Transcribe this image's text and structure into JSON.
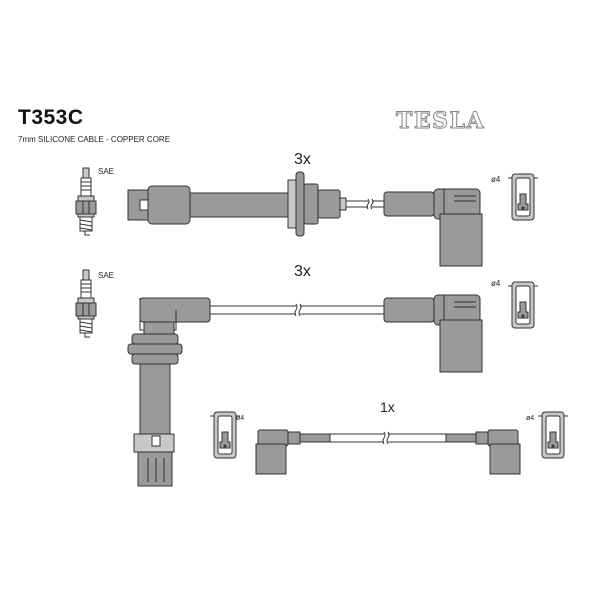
{
  "header": {
    "part_code": "T353C",
    "subtitle": "7mm SILICONE CABLE - COPPER CORE",
    "brand": "TESLA"
  },
  "leads": [
    {
      "quantity": "3x",
      "plug_standard": "SAE",
      "terminal_diameter": "ø4"
    },
    {
      "quantity": "3x",
      "plug_standard": "SAE",
      "terminal_diameter": "ø4"
    },
    {
      "quantity": "1x",
      "terminal_diameter_left": "ø4",
      "terminal_diameter_right": "ø4"
    }
  ]
}
